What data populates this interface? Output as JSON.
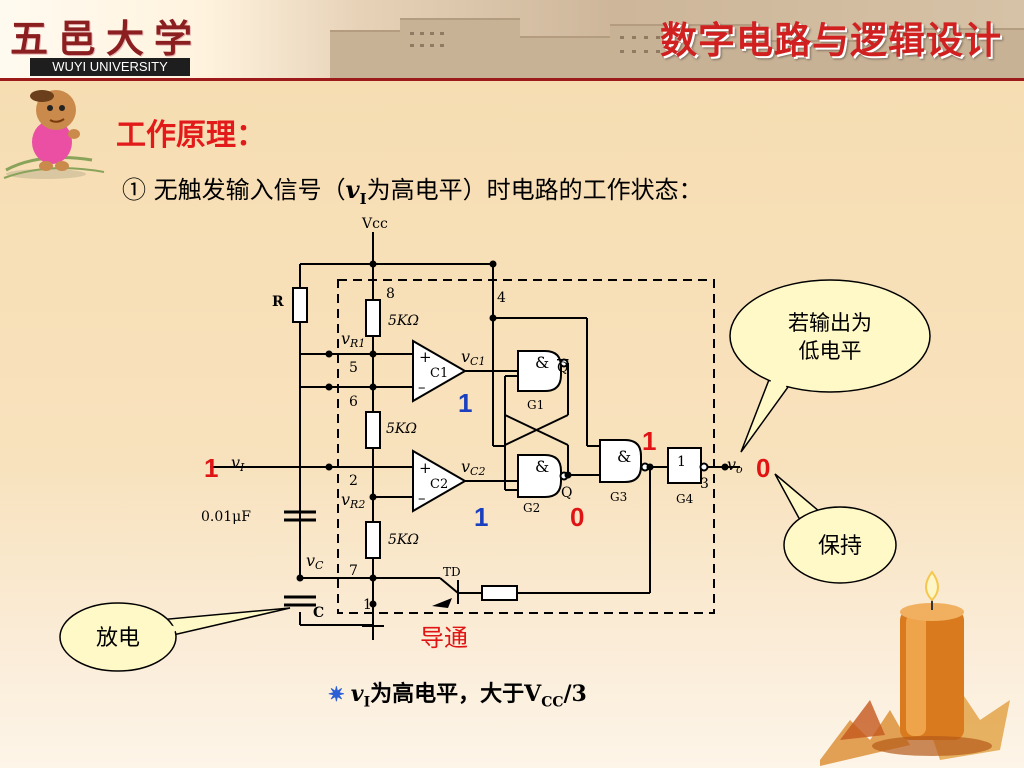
{
  "header": {
    "logo_cn": "五邑大学",
    "logo_en": "WUYI UNIVERSITY",
    "course_title": "数字电路与逻辑设计"
  },
  "main": {
    "section_title": "工作原理：",
    "subtitle_prefix": "① 无触发输入信号（",
    "subtitle_var": "v",
    "subtitle_sub": "I",
    "subtitle_suffix": "为高电平）时电路的工作状态："
  },
  "circuit": {
    "vcc": "Vcc",
    "r_label": "R",
    "pin_8": "8",
    "pin_4": "4",
    "pin_5": "5",
    "pin_6": "6",
    "pin_2": "2",
    "pin_7": "7",
    "pin_1": "1",
    "pin_3": "3",
    "res_1": "5KΩ",
    "res_2": "5KΩ",
    "res_3": "5KΩ",
    "vr1_v": "v",
    "vr1_sub": "R1",
    "vr2_v": "v",
    "vr2_sub": "R2",
    "vc1_v": "v",
    "vc1_sub": "C1",
    "vc2_v": "v",
    "vc2_sub": "C2",
    "comp1": "C1",
    "comp2": "C2",
    "plus": "+",
    "minus": "–",
    "gate_and": "&",
    "q_bar": "Q",
    "q": "Q",
    "g1": "G1",
    "g2": "G2",
    "g3": "G3",
    "g4": "G4",
    "g4_symbol": "1",
    "vi_v": "v",
    "vi_sub": "I",
    "vo_v": "v",
    "vo_sub": "o",
    "cap_value": "0.01μF",
    "vc_v": "v",
    "vc_sub": "C",
    "cap_label": "C",
    "td_label": "TD"
  },
  "states": {
    "vi": "1",
    "comp1_out": "1",
    "comp2_out": "1",
    "g3_out": "1",
    "q": "0",
    "vo": "0",
    "discharge_on": "导通"
  },
  "callouts": {
    "low_output": "若输出为低电平",
    "hold": "保持",
    "discharge": "放电"
  },
  "footer": {
    "star": "✷",
    "v": "v",
    "sub": "I",
    "text": "为高电平，大于V",
    "sub2": "CC",
    "tail": "/3"
  },
  "colors": {
    "accent_red": "#e21a1a",
    "state_blue": "#1a3fbf",
    "state_red": "#e01414",
    "bubble_fill": "#fff9c8"
  }
}
